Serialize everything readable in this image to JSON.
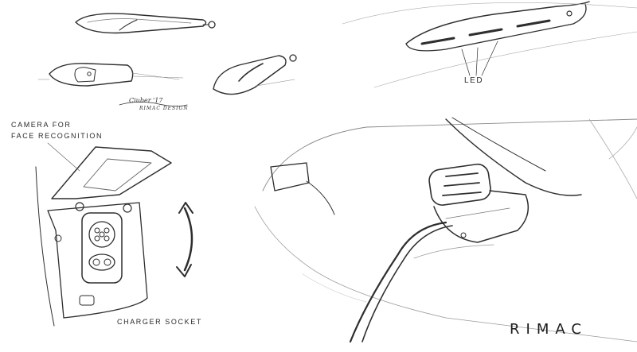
{
  "labels": {
    "camera_line1": "CAMERA FOR",
    "camera_line2": "FACE RECOGNITION",
    "led": "LED",
    "charger_socket": "CHARGER SOCKET"
  },
  "signature": {
    "name": "Ciuber '17",
    "studio": "RIMAC DESIGN"
  },
  "brand": "RIMAC",
  "colors": {
    "paper": "#ffffff",
    "pencil_dark": "#2a2a2a",
    "pencil_light": "#9a9a9a"
  }
}
